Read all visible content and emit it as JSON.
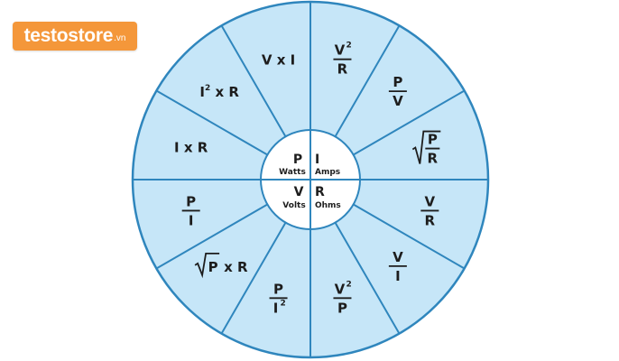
{
  "logo": {
    "name": "testostore",
    "tld": ".vn"
  },
  "colors": {
    "fill": "#c6e6f8",
    "stroke": "#2f86bd",
    "hub": "#ffffff",
    "logo": "#f4973a"
  },
  "center": {
    "p": {
      "symbol": "P",
      "unit": "Watts"
    },
    "i": {
      "symbol": "I",
      "unit": "Amps"
    },
    "v": {
      "symbol": "V",
      "unit": "Volts"
    },
    "r": {
      "symbol": "R",
      "unit": "Ohms"
    }
  },
  "formulas": [
    {
      "kind": "frac",
      "num": "V",
      "numSup": "2",
      "den": "R"
    },
    {
      "kind": "frac",
      "num": "P",
      "den": "V"
    },
    {
      "kind": "sqrtfrac",
      "num": "P",
      "den": "R"
    },
    {
      "kind": "frac",
      "num": "V",
      "den": "R"
    },
    {
      "kind": "frac",
      "num": "V",
      "den": "I"
    },
    {
      "kind": "frac",
      "num": "V",
      "numSup": "2",
      "den": "P"
    },
    {
      "kind": "frac",
      "num": "P",
      "den": "I",
      "denSup": "2"
    },
    {
      "kind": "sqrtprod",
      "radicand": "P",
      "rest": "x R"
    },
    {
      "kind": "frac",
      "num": "P",
      "den": "I"
    },
    {
      "kind": "text",
      "text": "I x R"
    },
    {
      "kind": "text",
      "text": "I",
      "sup": "2",
      "rest": " x R"
    },
    {
      "kind": "text",
      "text": "V x I"
    }
  ]
}
